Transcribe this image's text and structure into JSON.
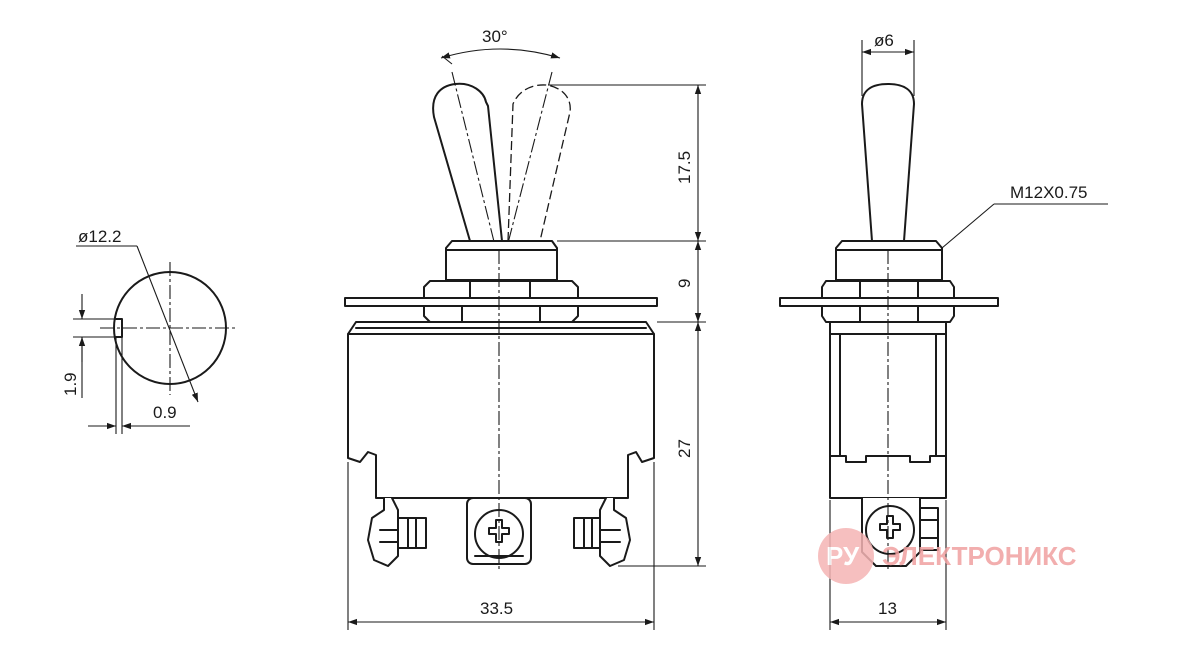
{
  "dimensions": {
    "angle": "30°",
    "lever_diameter": "ø6",
    "thread": "M12X0.75",
    "lever_length": "17.5",
    "bushing_height": "9",
    "body_height": "27",
    "body_width": "33.5",
    "side_width": "13",
    "hole_diameter": "ø12.2",
    "key_height": "1.9",
    "key_width": "0.9"
  },
  "watermark": {
    "ru": "РУ",
    "text": "ЭЛЕКТРОНИКС"
  }
}
